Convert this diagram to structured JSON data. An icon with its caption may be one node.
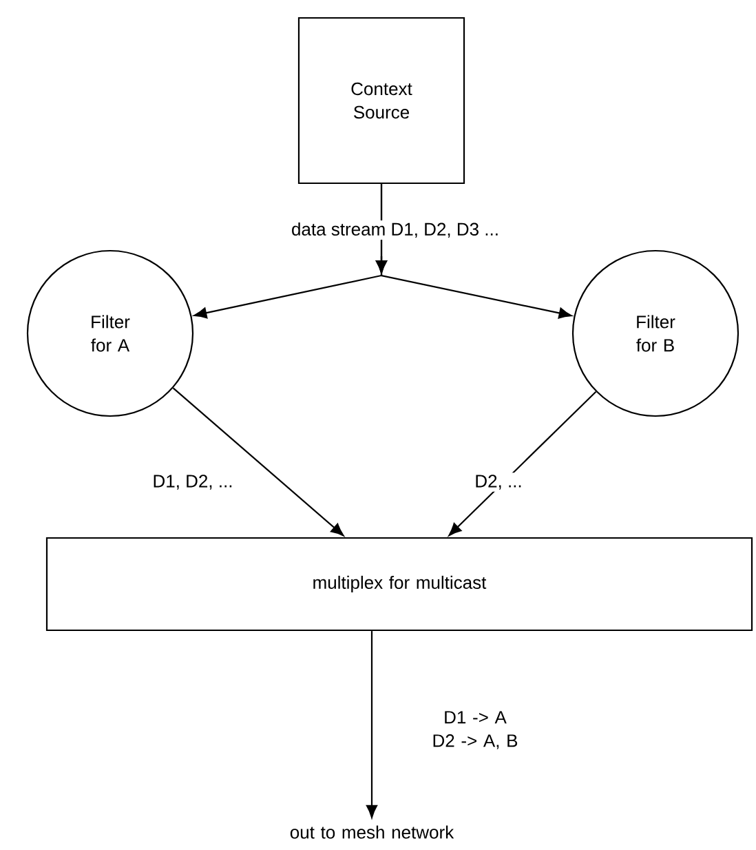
{
  "diagram": {
    "nodes": [
      {
        "text": [
          "Context Source"
        ]
      },
      {
        "text": [
          "Filter for A"
        ]
      },
      {
        "text": [
          "Filter for B"
        ]
      },
      {
        "text": [
          "multiplex for multicast"
        ]
      },
      {
        "text": [
          "out to mesh network"
        ]
      }
    ],
    "edges": [
      {
        "from": 0,
        "to": 1,
        "arrow": "to",
        "label": "data stream D1, D2, D3 ..."
      },
      {
        "from": 0,
        "to": 2,
        "arrow": "to"
      },
      {
        "from": 1,
        "to": 3,
        "arrow": "to",
        "label": "D1, D2, ..."
      },
      {
        "from": 2,
        "to": 3,
        "arrow": "to",
        "label": "D2, ..."
      },
      {
        "from": 3,
        "to": 4,
        "arrow": "to",
        "label": "D1 -> A D2 -> A, B"
      }
    ]
  }
}
